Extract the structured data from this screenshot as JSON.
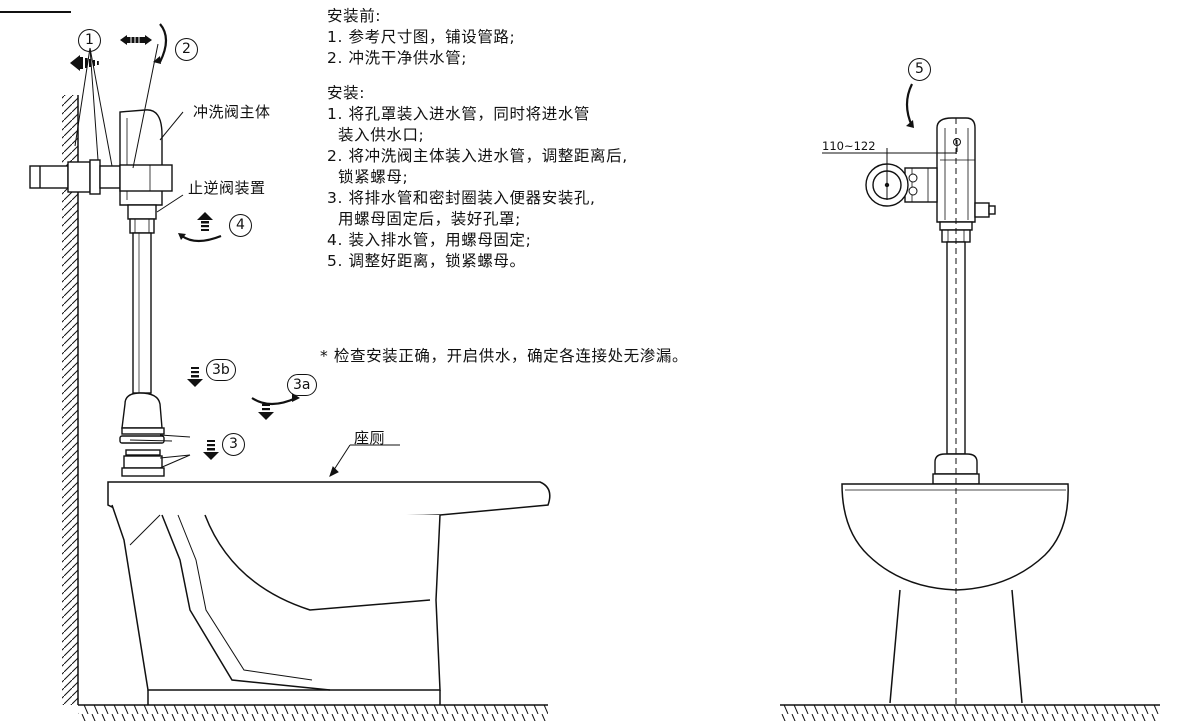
{
  "instructions": {
    "before_title": "安装前:",
    "before_steps": [
      "1. 参考尺寸图，铺设管路;",
      "2. 冲洗干净供水管;"
    ],
    "install_title": "安装:",
    "install_steps": [
      "1. 将孔罩装入进水管，同时将进水管",
      "  装入供水口;",
      "2. 将冲洗阀主体装入进水管，调整距离后,",
      "  锁紧螺母;",
      "3. 将排水管和密封圈装入便器安装孔,",
      "  用螺母固定后，装好孔罩;",
      "4. 装入排水管，用螺母固定;",
      "5. 调整好距离，锁紧螺母。"
    ],
    "note": "* 检查安装正确，开启供水，确定各连接处无渗漏。"
  },
  "labels": {
    "valve_body": "冲洗阀主体",
    "check_valve": "止逆阀装置",
    "toilet": "座厕",
    "dimension": "110~122"
  },
  "step_markers": {
    "m1": "1",
    "m2": "2",
    "m3": "3",
    "m3a": "3a",
    "m3b": "3b",
    "m4": "4",
    "m5": "5"
  },
  "colors": {
    "line": "#111111",
    "background": "#ffffff"
  },
  "icons": [
    "arrow-left-icon",
    "arrow-double-horizontal-icon",
    "rotate-icon",
    "arrow-up-icon",
    "arrow-down-icon"
  ]
}
